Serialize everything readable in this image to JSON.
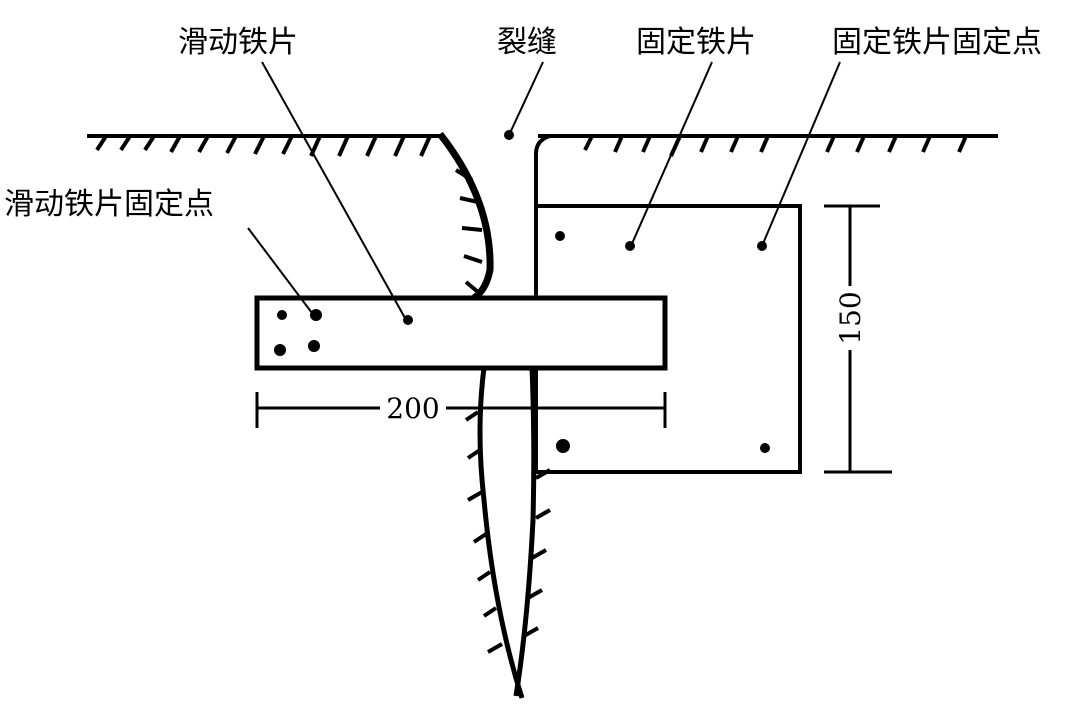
{
  "labels": {
    "sliding_plate": "滑动铁片",
    "crack": "裂缝",
    "fixed_plate": "固定铁片",
    "fixed_plate_point": "固定铁片固定点",
    "sliding_plate_point": "滑动铁片固定点"
  },
  "dimensions": {
    "width": "200",
    "height": "150"
  },
  "colors": {
    "ink": "#000000",
    "background": "#ffffff"
  }
}
